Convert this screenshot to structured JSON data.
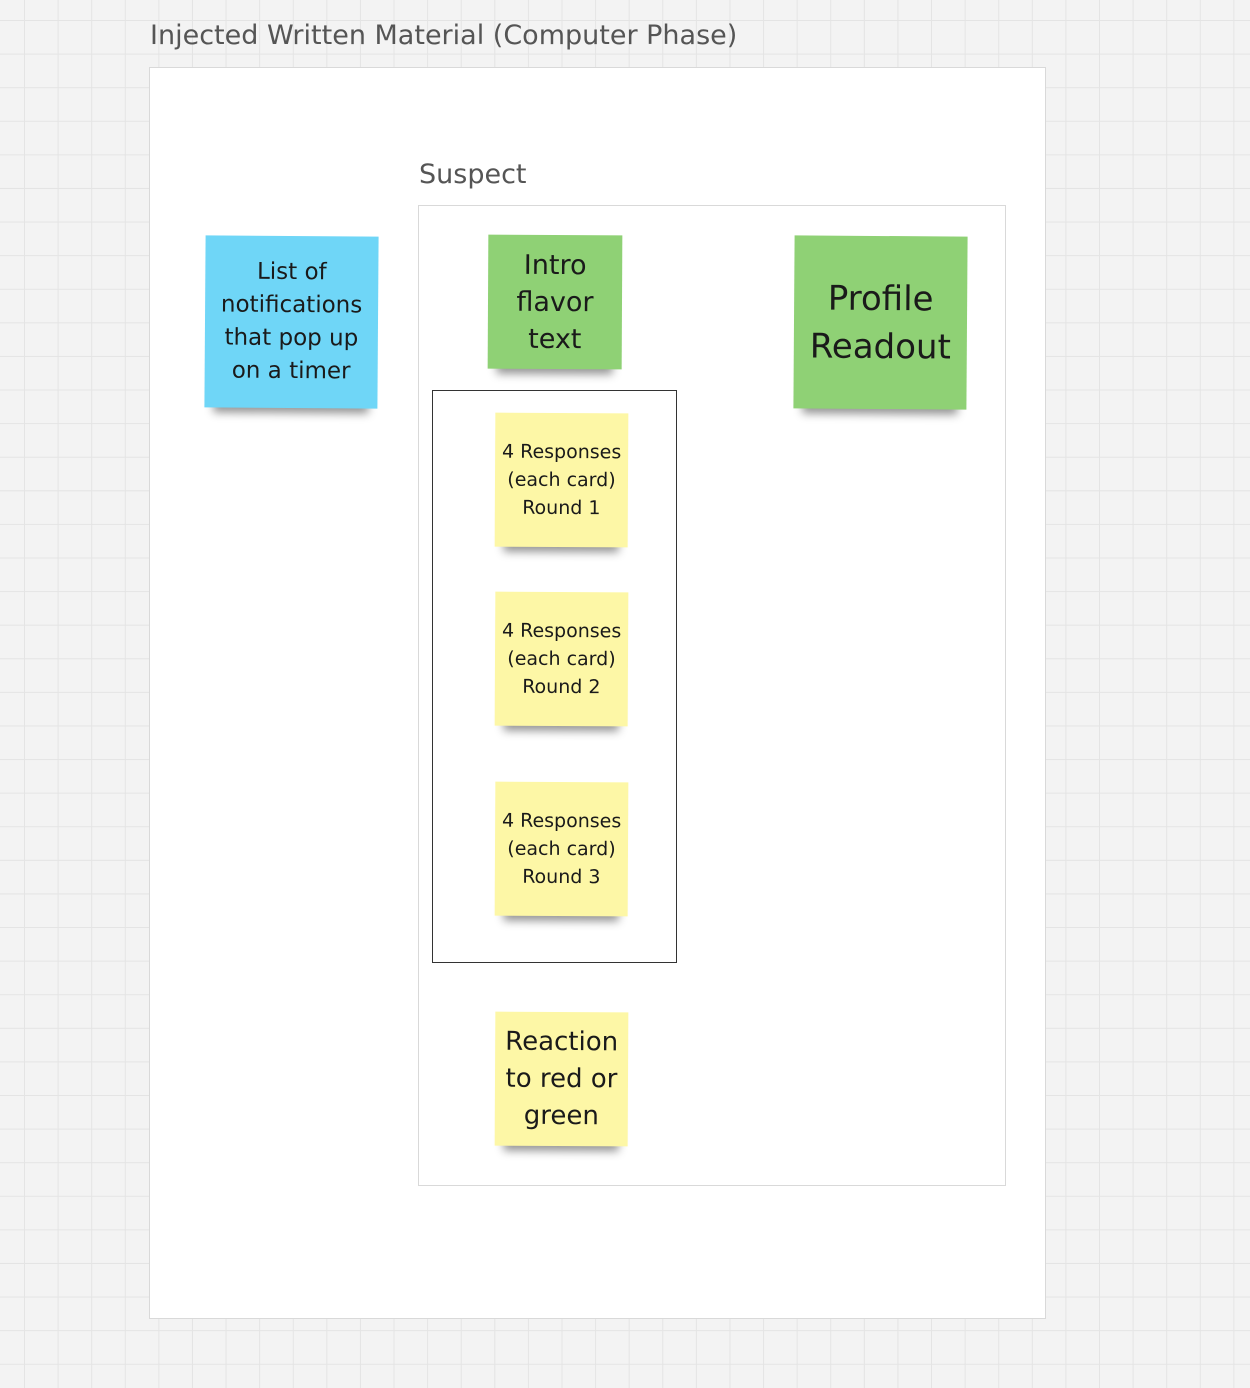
{
  "board": {
    "frame_title": "Injected Written Material (Computer Phase)",
    "suspect_title": "Suspect"
  },
  "stickies": {
    "notifications": "List of notifications that pop up on a timer",
    "intro": "Intro flavor text",
    "profile": "Profile Readout",
    "round1": "4 Responses (each card) Round 1",
    "round2": "4 Responses (each card) Round 2",
    "round3": "4 Responses (each card) Round 3",
    "reaction": "Reaction to red or green"
  },
  "colors": {
    "blue_sticky": "#6fd6f7",
    "green_sticky": "#8fd175",
    "yellow_sticky": "#fdf7a6"
  }
}
